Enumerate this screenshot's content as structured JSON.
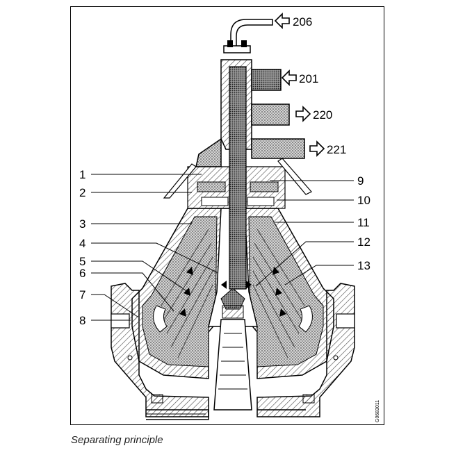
{
  "caption": "Separating principle",
  "drawing_code": "G0683011",
  "callouts": {
    "inlet_206": "206",
    "inlet_201": "201",
    "outlet_220": "220",
    "outlet_221": "221"
  },
  "part_numbers": {
    "p1": "1",
    "p2": "2",
    "p3": "3",
    "p4": "4",
    "p5": "5",
    "p6": "6",
    "p7": "7",
    "p8": "8",
    "p9": "9",
    "p10": "10",
    "p11": "11",
    "p12": "12",
    "p13": "13"
  },
  "colors": {
    "line": "#000000",
    "stipple_fill": "#bdbdbd",
    "hatch": "#555555",
    "background": "#ffffff"
  }
}
